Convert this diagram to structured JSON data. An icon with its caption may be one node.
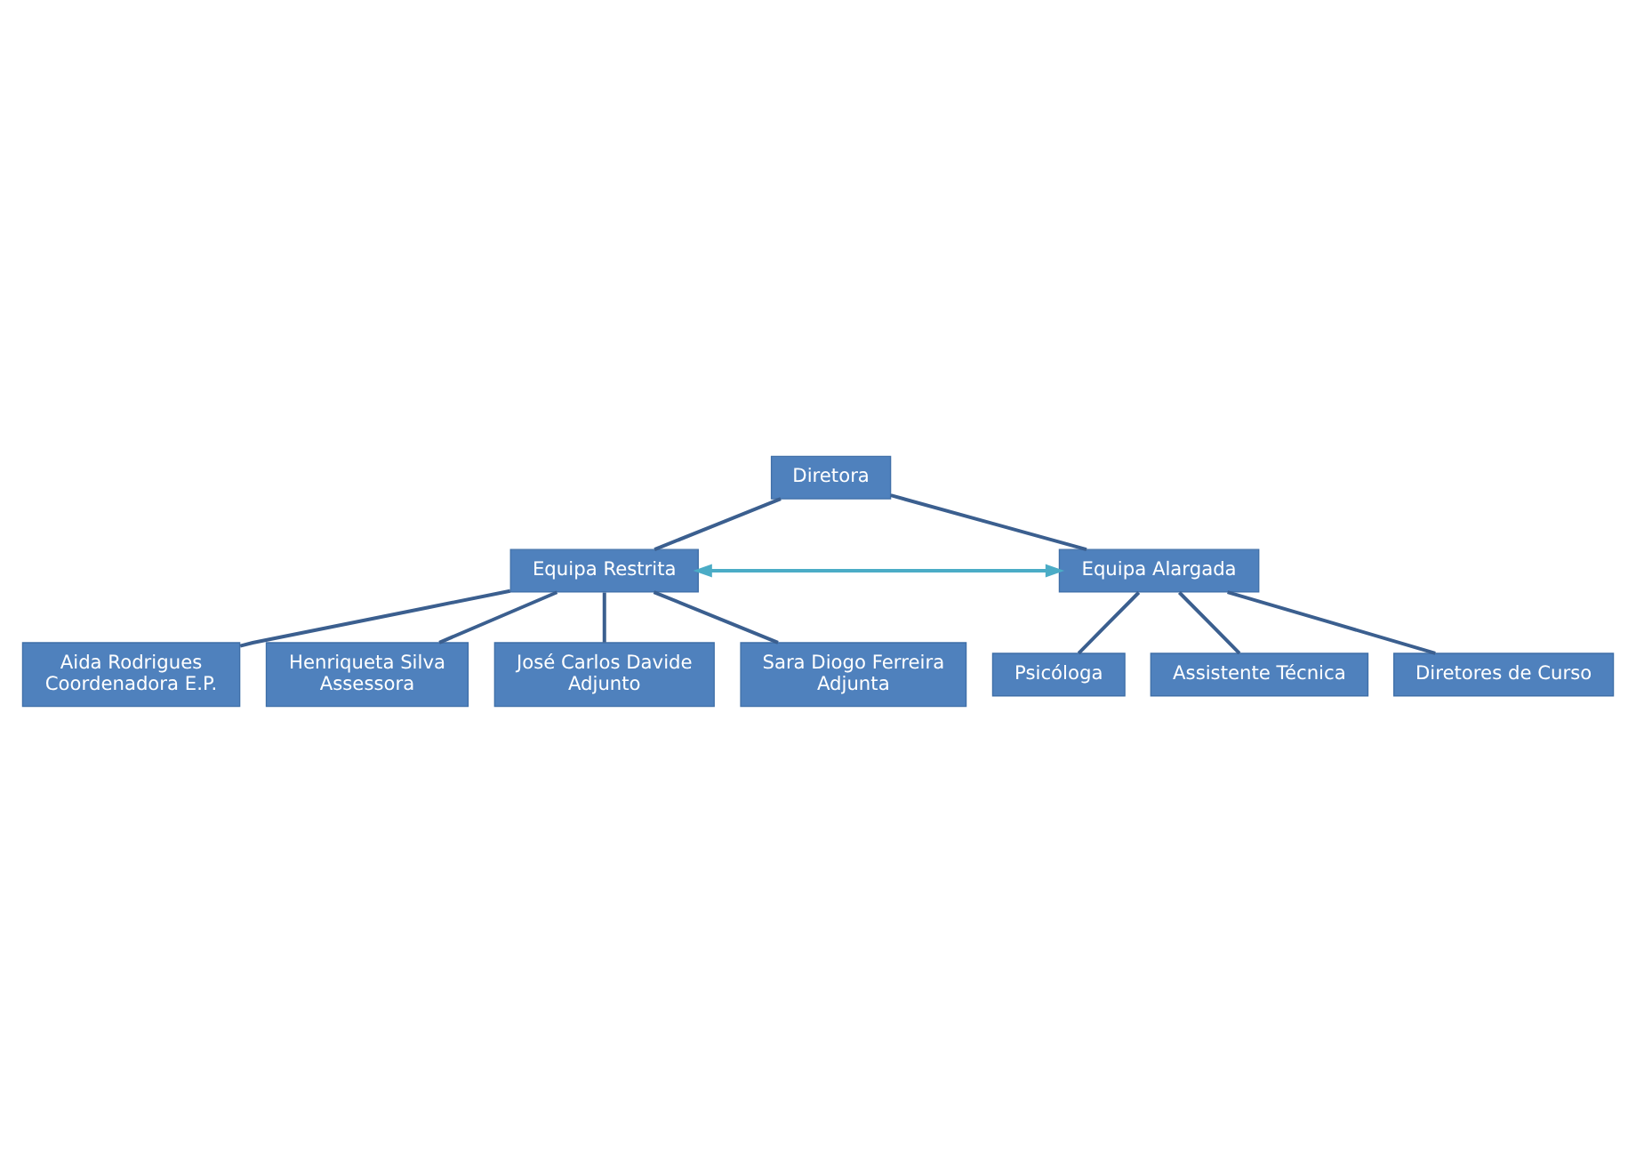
{
  "diagram": {
    "nodes": [
      {
        "text": [
          "Diretora"
        ]
      },
      {
        "text": [
          "Equipa Restrita"
        ]
      },
      {
        "text": [
          "Equipa Alargada"
        ]
      },
      {
        "text": [
          "Aida Rodrigues",
          "Coordenadora E.P."
        ]
      },
      {
        "text": [
          "Henriqueta Silva",
          "Assessora"
        ]
      },
      {
        "text": [
          "José Carlos Davide",
          "Adjunto"
        ]
      },
      {
        "text": [
          "Sara Diogo Ferreira",
          "Adjunta"
        ]
      },
      {
        "text": [
          "Psicóloga"
        ]
      },
      {
        "text": [
          "Assistente Técnica"
        ]
      },
      {
        "text": [
          "Diretores de Curso"
        ]
      }
    ],
    "edges": [
      {
        "from": 0,
        "to": 1,
        "arrow": "none"
      },
      {
        "from": 0,
        "to": 2,
        "arrow": "none"
      },
      {
        "from": 1,
        "to": 2,
        "arrow": "both",
        "color": "#4bacc6"
      },
      {
        "from": 1,
        "to": 3,
        "arrow": "none"
      },
      {
        "from": 1,
        "to": 4,
        "arrow": "none"
      },
      {
        "from": 1,
        "to": 5,
        "arrow": "none"
      },
      {
        "from": 1,
        "to": 6,
        "arrow": "none"
      },
      {
        "from": 2,
        "to": 7,
        "arrow": "none"
      },
      {
        "from": 2,
        "to": 8,
        "arrow": "none"
      },
      {
        "from": 2,
        "to": 9,
        "arrow": "none"
      }
    ]
  }
}
